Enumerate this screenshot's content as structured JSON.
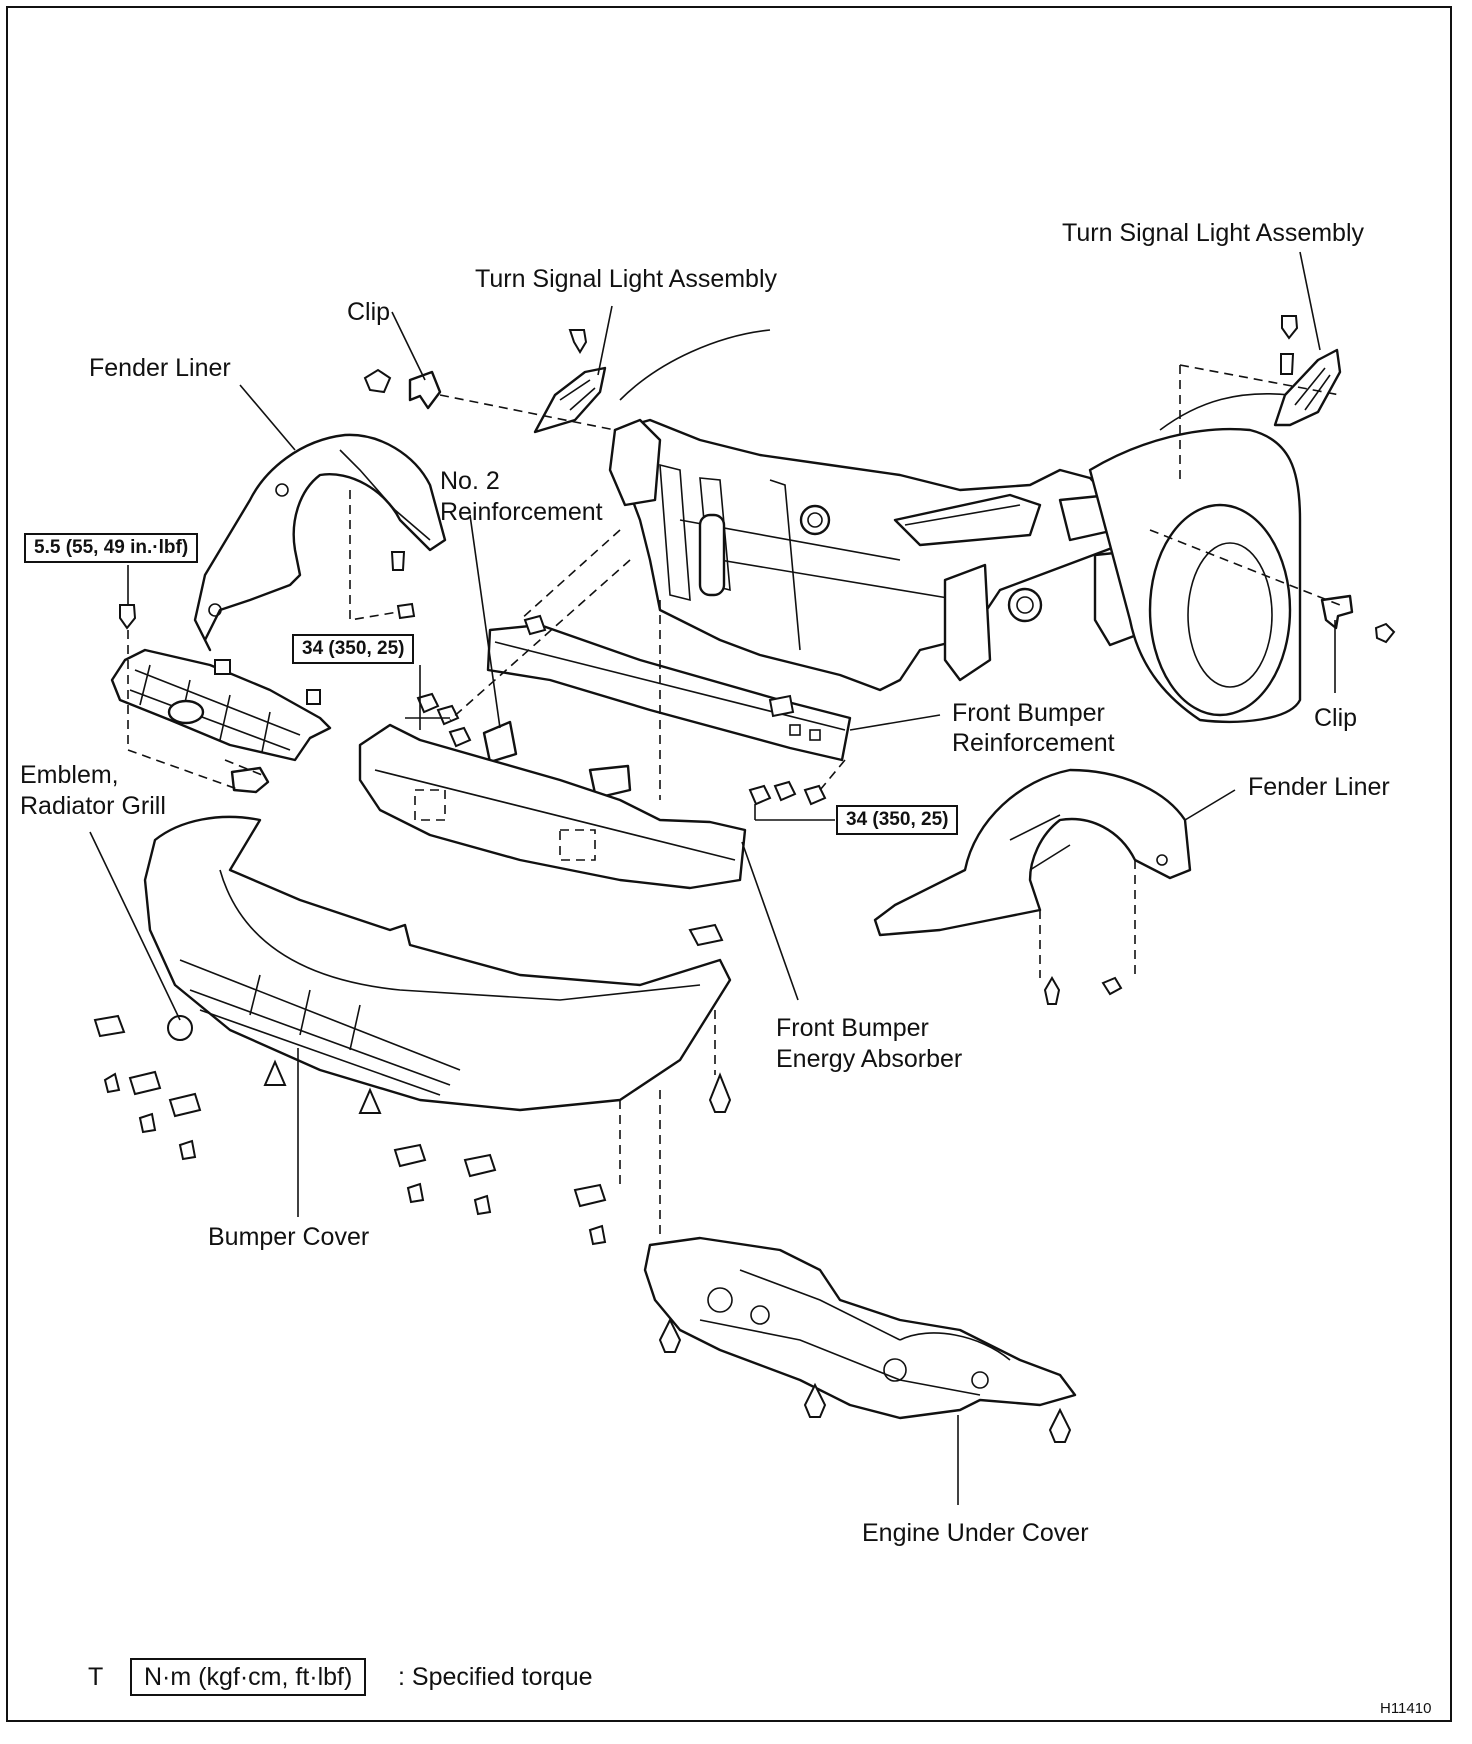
{
  "labels": {
    "turn_signal_right": "Turn Signal Light Assembly",
    "turn_signal_left": "Turn Signal Light Assembly",
    "clip_left": "Clip",
    "clip_right": "Clip",
    "fender_liner_left": "Fender Liner",
    "fender_liner_right": "Fender Liner",
    "no2_reinforcement_line1": "No. 2",
    "no2_reinforcement_line2": "Reinforcement",
    "front_bumper_reinforcement_line1": "Front Bumper",
    "front_bumper_reinforcement_line2": "Reinforcement",
    "emblem_line1": "Emblem,",
    "emblem_line2": "Radiator Grill",
    "energy_absorber_line1": "Front Bumper",
    "energy_absorber_line2": "Energy Absorber",
    "bumper_cover": "Bumper Cover",
    "engine_under_cover": "Engine Under Cover"
  },
  "torque_specs": {
    "grill": "5.5 (55, 49 in.·lbf)",
    "absorber": "34 (350, 25)",
    "reinforcement": "34 (350, 25)"
  },
  "legend": {
    "symbol": "T",
    "units": "N·m (kgf·cm, ft·lbf)",
    "meaning": ": Specified torque"
  },
  "figure_code": "H11410"
}
